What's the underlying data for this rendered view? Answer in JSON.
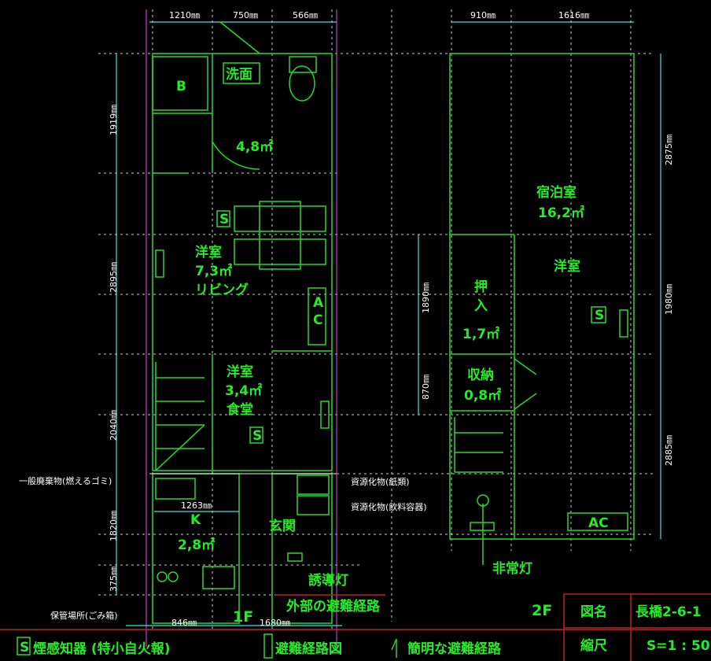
{
  "floor1": {
    "label": "1F",
    "dims_top": [
      "1210㎜",
      "750㎜",
      "566㎜"
    ],
    "dims_left": [
      "1919㎜",
      "2895㎜",
      "2040㎜",
      "1820㎜",
      "375㎜"
    ],
    "dims_bottom": [
      "846㎜",
      "1680㎜"
    ],
    "kitchen_width": "1263㎜",
    "rooms": {
      "bath": "B",
      "washroom": "洗面",
      "wash_area": "4,8㎡",
      "living_name": "洋室",
      "living_area": "7,3㎡",
      "living_use": "リビング",
      "ac": "A C",
      "dining_name": "洋室",
      "dining_area": "3,4㎡",
      "dining_use": "食堂",
      "kitchen_name": "K",
      "kitchen_area": "2,8㎡",
      "entrance": "玄関"
    },
    "smoke_marks": [
      "S",
      "S"
    ],
    "annotations": {
      "burnable": "一般廃棄物(燃えるゴミ)",
      "paper": "資源化物(紙類)",
      "bottles": "資源化物(飲料容器)",
      "storage": "保管場所(ごみ箱)",
      "guide_light": "誘導灯",
      "exterior_route": "外部の避難経路"
    }
  },
  "floor2": {
    "label": "2F",
    "dims_top": [
      "910㎜",
      "1616㎜"
    ],
    "dims_right": [
      "2875㎜",
      "1980㎜",
      "2885㎜"
    ],
    "dims_left": [
      "1890㎜",
      "870㎜"
    ],
    "rooms": {
      "lodging_name": "宿泊室",
      "lodging_area": "16,2㎡",
      "western": "洋室",
      "closet_name1": "押",
      "closet_name2": "入",
      "closet_area": "1,7㎡",
      "storage_name": "収納",
      "storage_area": "0,8㎡",
      "ac": "AC"
    },
    "smoke_mark": "S",
    "emergency_light": "非常灯"
  },
  "legend": {
    "smoke_icon": "S",
    "smoke_text": "煙感知器 (特小自火報)",
    "route_text": "避難経路図",
    "simple_route_text": "簡明な避難経路"
  },
  "title_block": {
    "name_label": "図名",
    "name_value": "長橋2-6-1",
    "scale_label": "縮尺",
    "scale_value": "S=1 : 50"
  }
}
